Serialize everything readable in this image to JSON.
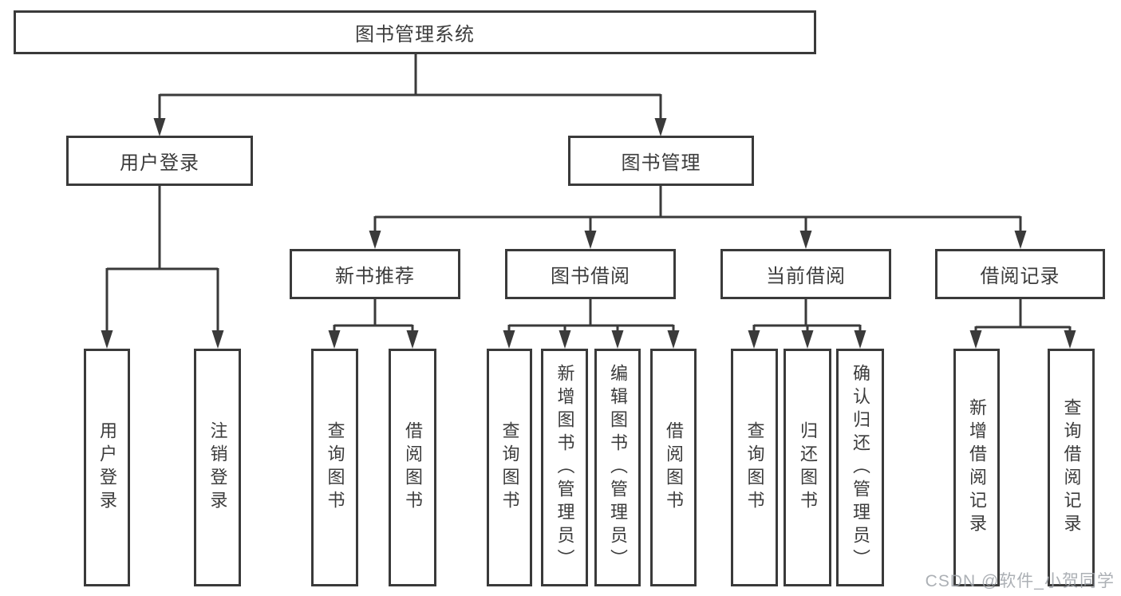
{
  "diagram": {
    "title": "图书管理系统",
    "type": "hierarchy-tree",
    "colors": {
      "line": "#3a3a3a",
      "box_border": "#3a3a3a",
      "text": "#3c3c3c",
      "background": "#ffffff",
      "watermark": "#9ea2a8"
    },
    "tree": {
      "label": "图书管理系统",
      "children": [
        {
          "label": "用户登录",
          "children": [
            {
              "label": "用户登录"
            },
            {
              "label": "注销登录"
            }
          ]
        },
        {
          "label": "图书管理",
          "children": [
            {
              "label": "新书推荐",
              "children": [
                {
                  "label": "查询图书"
                },
                {
                  "label": "借阅图书"
                }
              ]
            },
            {
              "label": "图书借阅",
              "children": [
                {
                  "label": "查询图书"
                },
                {
                  "label": "新增图书（管理员）"
                },
                {
                  "label": "编辑图书（管理员）"
                },
                {
                  "label": "借阅图书"
                }
              ]
            },
            {
              "label": "当前借阅",
              "children": [
                {
                  "label": "查询图书"
                },
                {
                  "label": "归还图书"
                },
                {
                  "label": "确认归还（管理员）"
                }
              ]
            },
            {
              "label": "借阅记录",
              "children": [
                {
                  "label": "新增借阅记录"
                },
                {
                  "label": "查询借阅记录"
                }
              ]
            }
          ]
        }
      ]
    },
    "watermark": "CSDN @软件_小贺同学"
  }
}
